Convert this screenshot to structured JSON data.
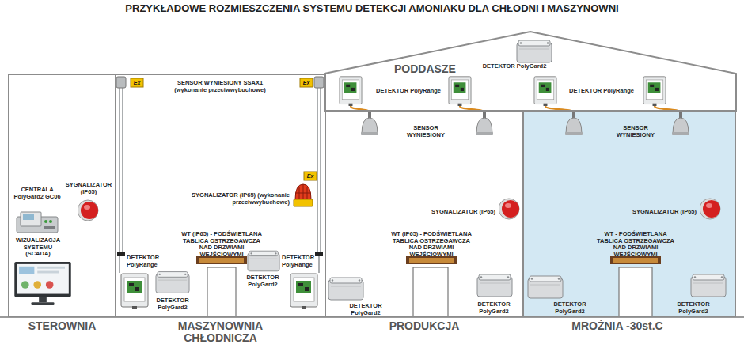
{
  "diagram": {
    "title": "PRZYKŁADOWE ROZMIESZCZENIA SYSTEMU DETEKCJI AMONIAKU DLA CHŁODNI I MASZYNOWNI",
    "nodes": [
      {
        "text": [
          "PODDASZE"
        ]
      },
      {
        "text": [
          "STEROWNIA"
        ]
      },
      {
        "text": [
          "MASZYNOWNIA CHŁODNICZA"
        ]
      },
      {
        "text": [
          "PRODUKCJA"
        ]
      },
      {
        "text": [
          "MROŹNIA -30st.C"
        ]
      }
    ],
    "labels": [
      "DETEKTOR PolyGard2",
      "DETEKTOR PolyRange",
      "DETEKTOR PolyRange",
      "SENSOR WYNIESIONY SSAX1 (wykonanie przeciwwybuchowe)",
      "Ex",
      "Ex",
      "SENSOR WYNIESIONY",
      "SENSOR WYNIESIONY",
      "CENTRALA PolyGard2 GC06",
      "SYGNALIZATOR (IP65)",
      "WIZUALIZACJA SYSTEMU (SCADA)",
      "Ex",
      "SYGNALIZATOR (IP65) (wykonanie przeciwwybuchowe)",
      "SYGNALIZATOR (IP65)",
      "SYGNALIZATOR (IP65)",
      "WT (IP65) - PODŚWIETLANA TABLICA OSTRZEGAWCZA NAD DRZWIAMI WEJŚCIOWYMI",
      "WT (IP65) - PODŚWIETLANA TABLICA OSTRZEGAWCZA NAD DRZWIAMI WEJŚCIOWYMI",
      "WT - PODŚWIETLANA TABLICA OSTRZEGAWCZA NAD DRZWIAMI WEJŚCIOWYMI",
      "DETEKTOR PolyRange",
      "DETEKTOR PolyRange",
      "DETEKTOR PolyGard2",
      "DETEKTOR PolyGard2",
      "DETEKTOR PolyGard2",
      "DETEKTOR PolyGard2",
      "DETEKTOR PolyGard2",
      "DETEKTOR PolyGard2"
    ]
  }
}
